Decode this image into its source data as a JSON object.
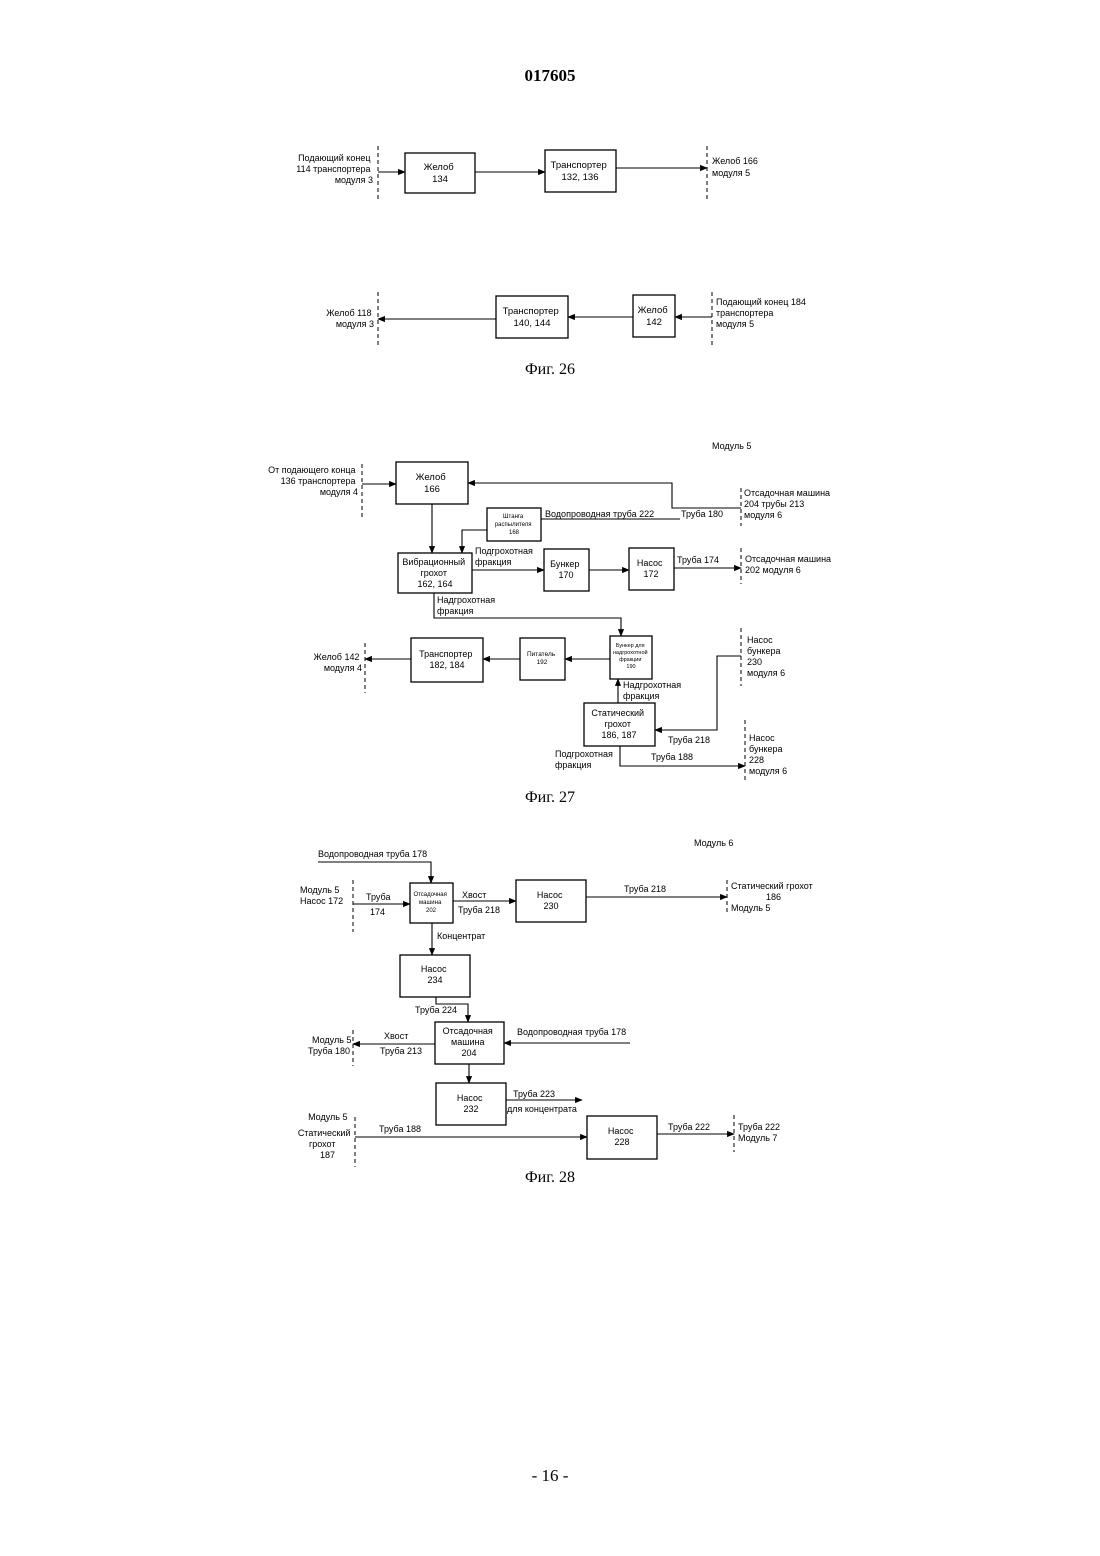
{
  "header": {
    "doc_number": "017605"
  },
  "footer": {
    "page_number": "- 16 -"
  },
  "fig26": {
    "caption": "Фиг. 26",
    "in_top": [
      "Подающий конец",
      "114 транспортера",
      "модуля 3"
    ],
    "box_134": [
      "Желоб",
      "134"
    ],
    "box_132": [
      "Транспортер",
      "132, 136"
    ],
    "out_top": [
      "Желоб 166",
      "модуля 5"
    ],
    "out_bottom": [
      "Желоб 118",
      "модуля 3"
    ],
    "box_140": [
      "Транспортер",
      "140, 144"
    ],
    "box_142": [
      "Желоб",
      "142"
    ],
    "in_bottom": [
      "Подающий конец 184",
      "транспортера",
      "модуля 5"
    ]
  },
  "fig27": {
    "caption": "Фиг. 27",
    "module": "Модуль 5",
    "in_left": [
      "От подающего конца",
      "136 транспортера",
      "модуля 4"
    ],
    "box_166": [
      "Желоб",
      "166"
    ],
    "box_168": [
      "Штанга",
      "распылителя",
      "168"
    ],
    "water_pipe": "Водопроводная труба 222",
    "pipe_180": "Труба 180",
    "right_top": [
      "Отсадочная машина",
      "204 трубы 213",
      "модуля 6"
    ],
    "box_162": [
      "Вибрационный",
      "грохот",
      "162, 164"
    ],
    "undersize_a": [
      "Подгрохотная",
      "фракция"
    ],
    "box_170": [
      "Бункер",
      "170"
    ],
    "box_172": [
      "Насос",
      "172"
    ],
    "pipe_174": "Труба 174",
    "right_mid": [
      "Отсадочная машина",
      "202 модуля 6"
    ],
    "oversize_a": [
      "Надгрохотная",
      "фракция"
    ],
    "out_left": [
      "Желоб 142",
      "модуля 4"
    ],
    "box_182": [
      "Транспортер",
      "182, 184"
    ],
    "box_192": [
      "Питатель",
      "192"
    ],
    "box_190": [
      "Бункер для",
      "надгрохотной",
      "фракции",
      "190"
    ],
    "right_230": [
      "Насос",
      "бункера",
      "230",
      "модуля 6"
    ],
    "oversize_b": [
      "Надгрохотная",
      "фракция"
    ],
    "box_186": [
      "Статический",
      "грохот",
      "186, 187"
    ],
    "pipe_218": "Труба 218",
    "right_228": [
      "Насос",
      "бункера",
      "228",
      "модуля 6"
    ],
    "undersize_b": [
      "Подгрохотная",
      "фракция"
    ],
    "pipe_188": "Труба 188"
  },
  "fig28": {
    "caption": "Фиг. 28",
    "module": "Модуль 6",
    "water_top": "Водопроводная труба 178",
    "in_left1": [
      "Модуль 5",
      "Насос 172"
    ],
    "pipe_174": [
      "Труба",
      "174"
    ],
    "box_202": [
      "Отсадочная",
      "машина",
      "202"
    ],
    "tail_1": [
      "Хвост",
      "Труба 218"
    ],
    "box_230": [
      "Насос",
      "230"
    ],
    "pipe_218": "Труба 218",
    "right_top": [
      "Статический грохот",
      "186",
      "Модуль 5"
    ],
    "concentrate": "Концентрат",
    "box_234": [
      "Насос",
      "234"
    ],
    "pipe_224": "Труба 224",
    "out_left": [
      "Модуль 5",
      "Труба 180"
    ],
    "tail_2": [
      "Хвост",
      "Труба 213"
    ],
    "box_204": [
      "Отсадочная",
      "машина",
      "204"
    ],
    "water_right": "Водопроводная труба 178",
    "box_232": [
      "Насос",
      "232"
    ],
    "pipe_223": [
      "Труба 223",
      "для концентрата"
    ],
    "in_left2": [
      "Модуль 5",
      "Статический",
      "грохот",
      "187"
    ],
    "pipe_188": "Труба 188",
    "box_228": [
      "Насос",
      "228"
    ],
    "pipe_222": "Труба 222",
    "right_bottom": [
      "Труба 222",
      "Модуль 7"
    ]
  }
}
